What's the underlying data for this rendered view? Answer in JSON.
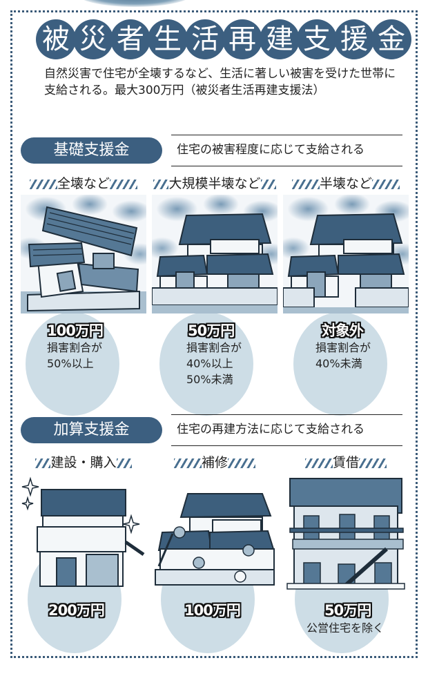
{
  "title": {
    "chars": [
      "被",
      "災",
      "者",
      "生",
      "活",
      "再",
      "建",
      "支",
      "援",
      "金"
    ],
    "text": "被災者生活再建支援金"
  },
  "intro": {
    "text": "自然災害で住宅が全壊するなど、生活に著しい被害を受けた世帯に支給される。最大300万円（被災者生活再建支援法）"
  },
  "basic": {
    "label": "基礎支援金",
    "description": "住宅の被害程度に応じて支給される",
    "columns": [
      {
        "label": "全壊など",
        "amount": "100万円",
        "condition": [
          "損害割合が",
          "50%以上"
        ],
        "illustration": "collapsed-house-icon"
      },
      {
        "label": "大規模半壊など",
        "amount": "50万円",
        "condition": [
          "損害割合が",
          "40%以上",
          "50%未満"
        ],
        "illustration": "damaged-house-icon"
      },
      {
        "label": "半壊など",
        "amount": "対象外",
        "condition": [
          "損害割合が",
          "40%未満"
        ],
        "illustration": "half-damaged-house-icon"
      }
    ]
  },
  "additional": {
    "label": "加算支援金",
    "description": "住宅の再建方法に応じて支給される",
    "columns": [
      {
        "label": "建設・購入",
        "amount": "200万円",
        "note": "",
        "illustration": "new-house-icon"
      },
      {
        "label": "補修",
        "amount": "100万円",
        "note": "",
        "illustration": "house-repair-icon"
      },
      {
        "label": "賃借",
        "amount": "50万円",
        "note": "公営住宅を除く",
        "illustration": "apartment-icon"
      }
    ]
  },
  "colors": {
    "accent": "#3c5f80",
    "ellipse": "#cddde6",
    "border": "#3a5a78"
  }
}
